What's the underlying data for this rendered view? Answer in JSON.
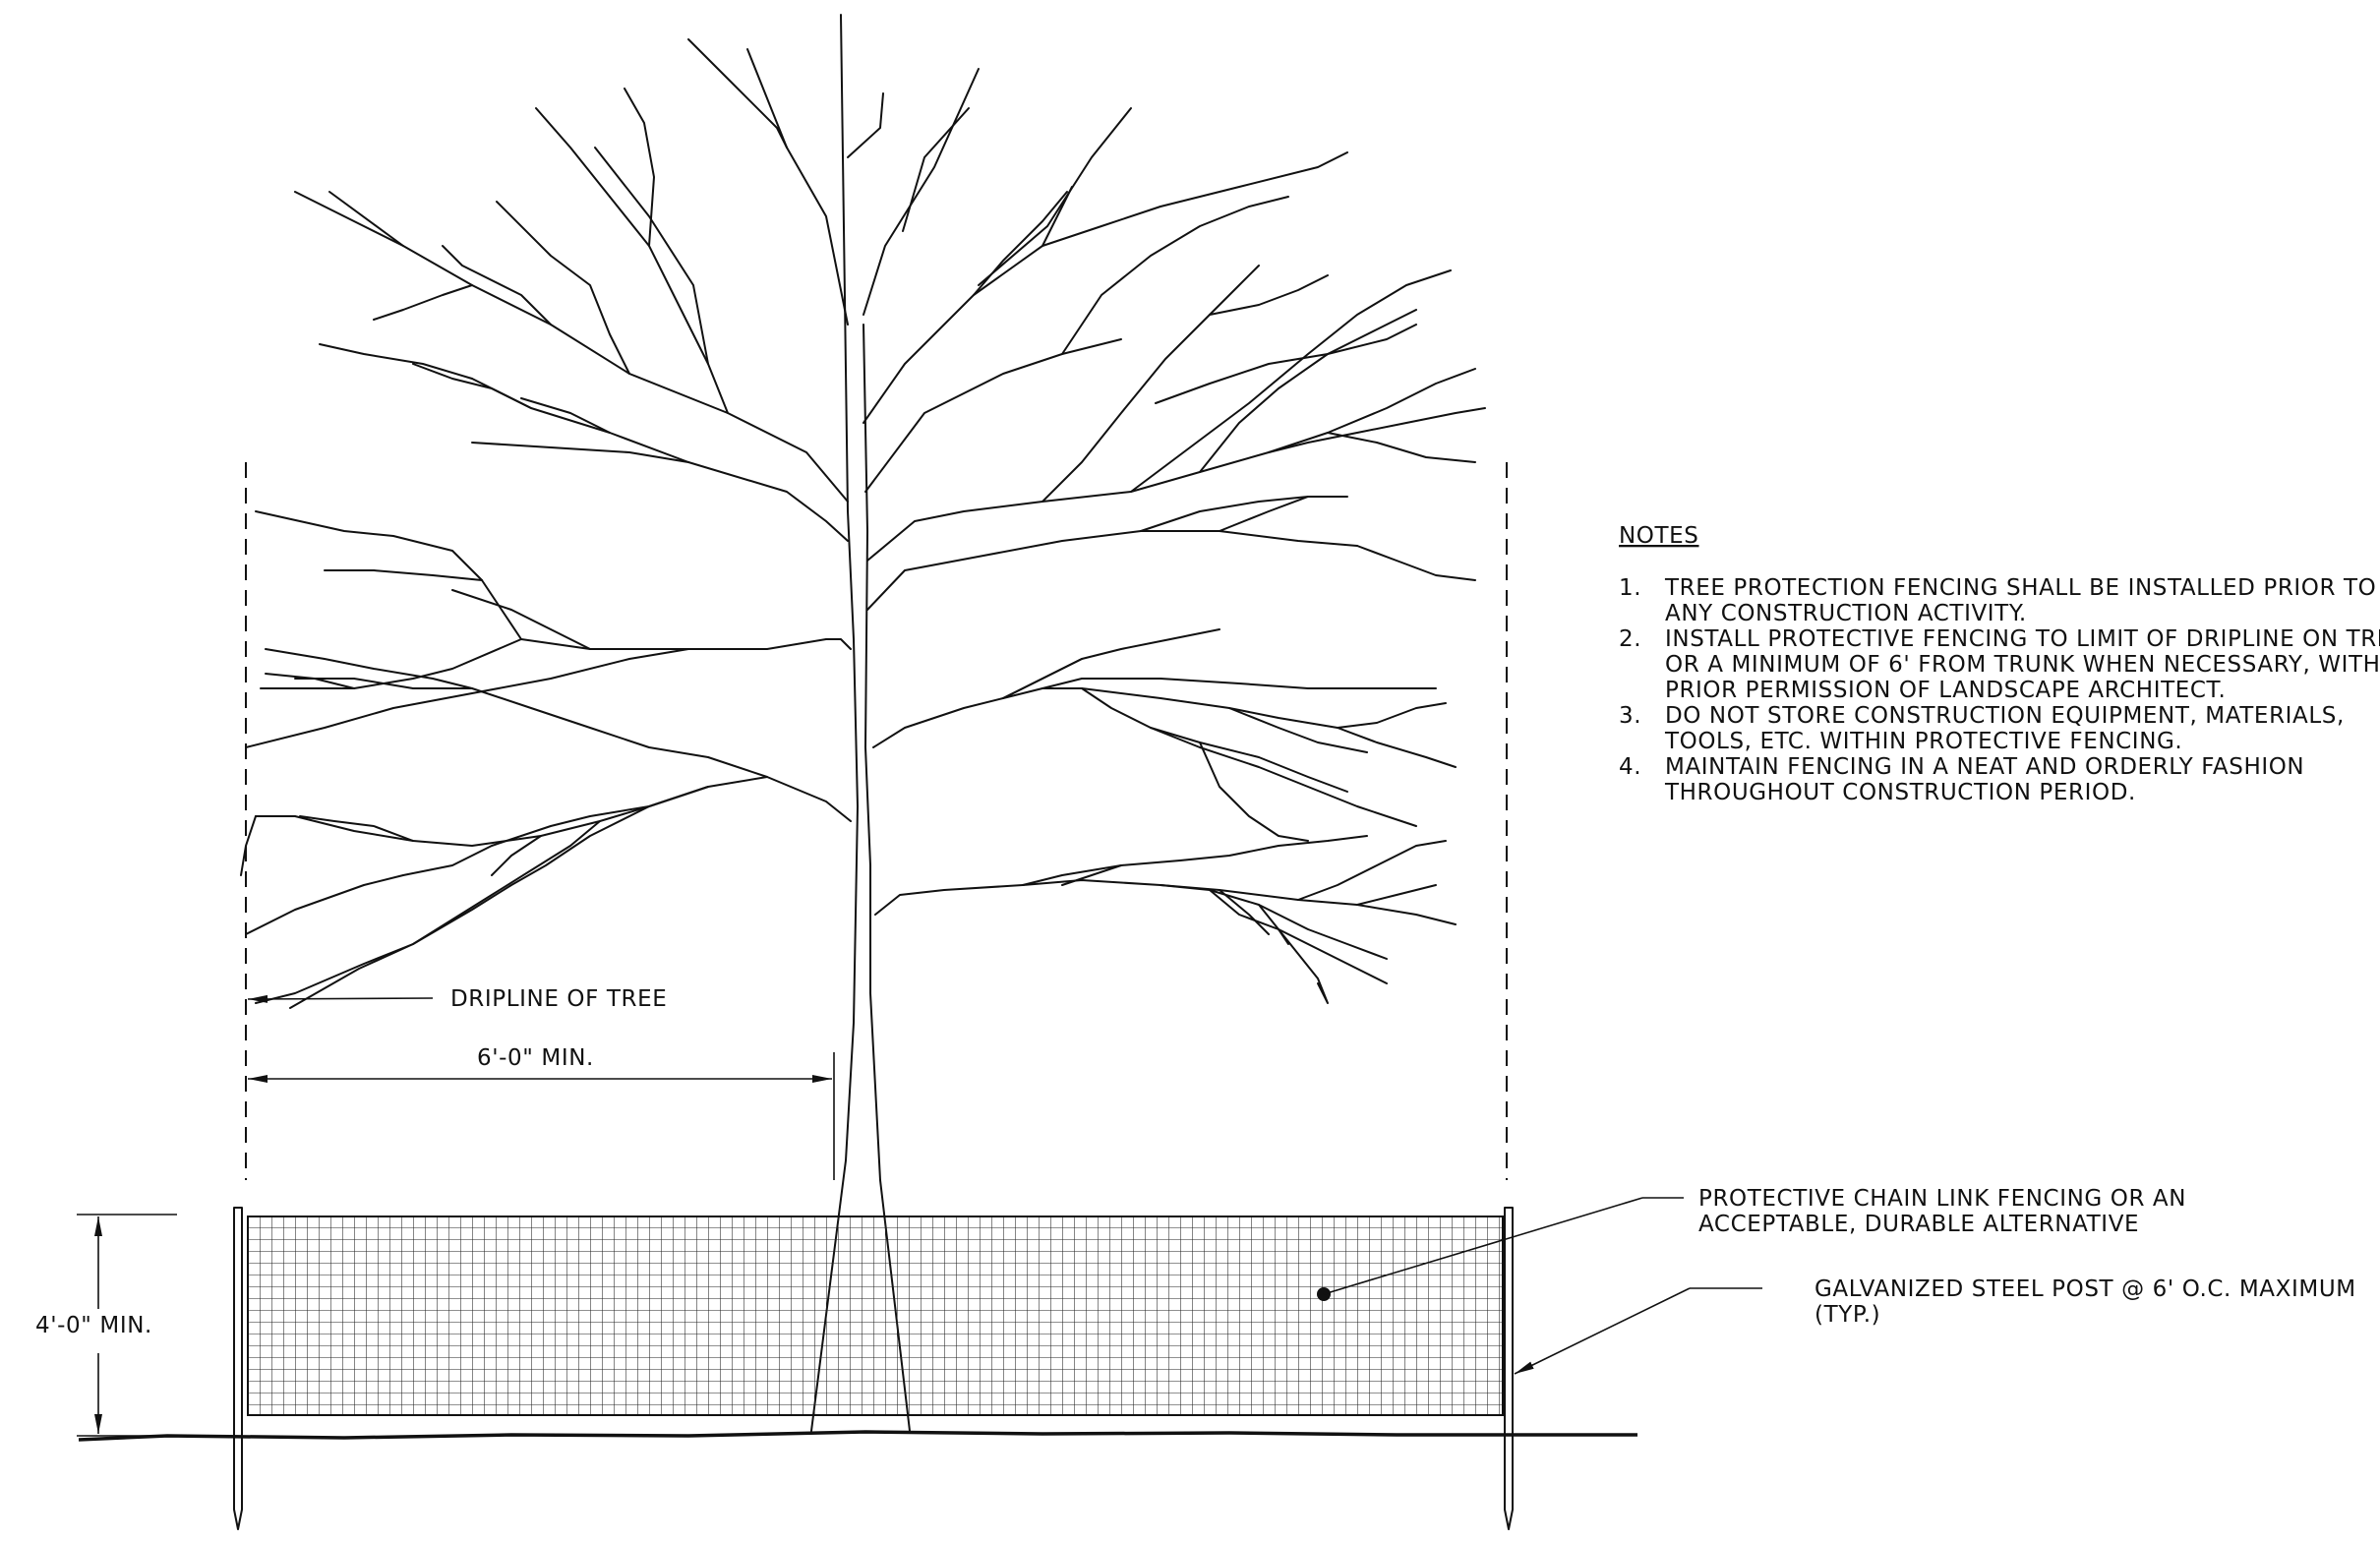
{
  "labels": {
    "dripline": "DRIPLINE OF TREE",
    "distance": "6'-0\" MIN.",
    "height": "4'-0\" MIN.",
    "fencing_line1": "PROTECTIVE CHAIN LINK FENCING OR AN",
    "fencing_line2": "ACCEPTABLE, DURABLE ALTERNATIVE",
    "post_line1": "GALVANIZED STEEL POST @ 6' O.C. MAXIMUM",
    "post_line2": "(TYP.)"
  },
  "notes": {
    "heading": "NOTES",
    "items": [
      {
        "num": "1.",
        "lines": [
          "TREE PROTECTION FENCING SHALL BE INSTALLED PRIOR TO",
          "ANY CONSTRUCTION ACTIVITY."
        ]
      },
      {
        "num": "2.",
        "lines": [
          "INSTALL PROTECTIVE FENCING TO LIMIT OF DRIPLINE ON TREE",
          "OR A MINIMUM OF 6' FROM TRUNK WHEN NECESSARY, WITH",
          "PRIOR PERMISSION OF LANDSCAPE ARCHITECT."
        ]
      },
      {
        "num": "3.",
        "lines": [
          "DO NOT STORE CONSTRUCTION EQUIPMENT, MATERIALS,",
          "TOOLS, ETC. WITHIN PROTECTIVE FENCING."
        ]
      },
      {
        "num": "4.",
        "lines": [
          "MAINTAIN FENCING IN A NEAT AND ORDERLY FASHION",
          "THROUGHOUT CONSTRUCTION PERIOD."
        ]
      }
    ]
  },
  "colors": {
    "ink": "#111111",
    "paper": "#ffffff"
  }
}
